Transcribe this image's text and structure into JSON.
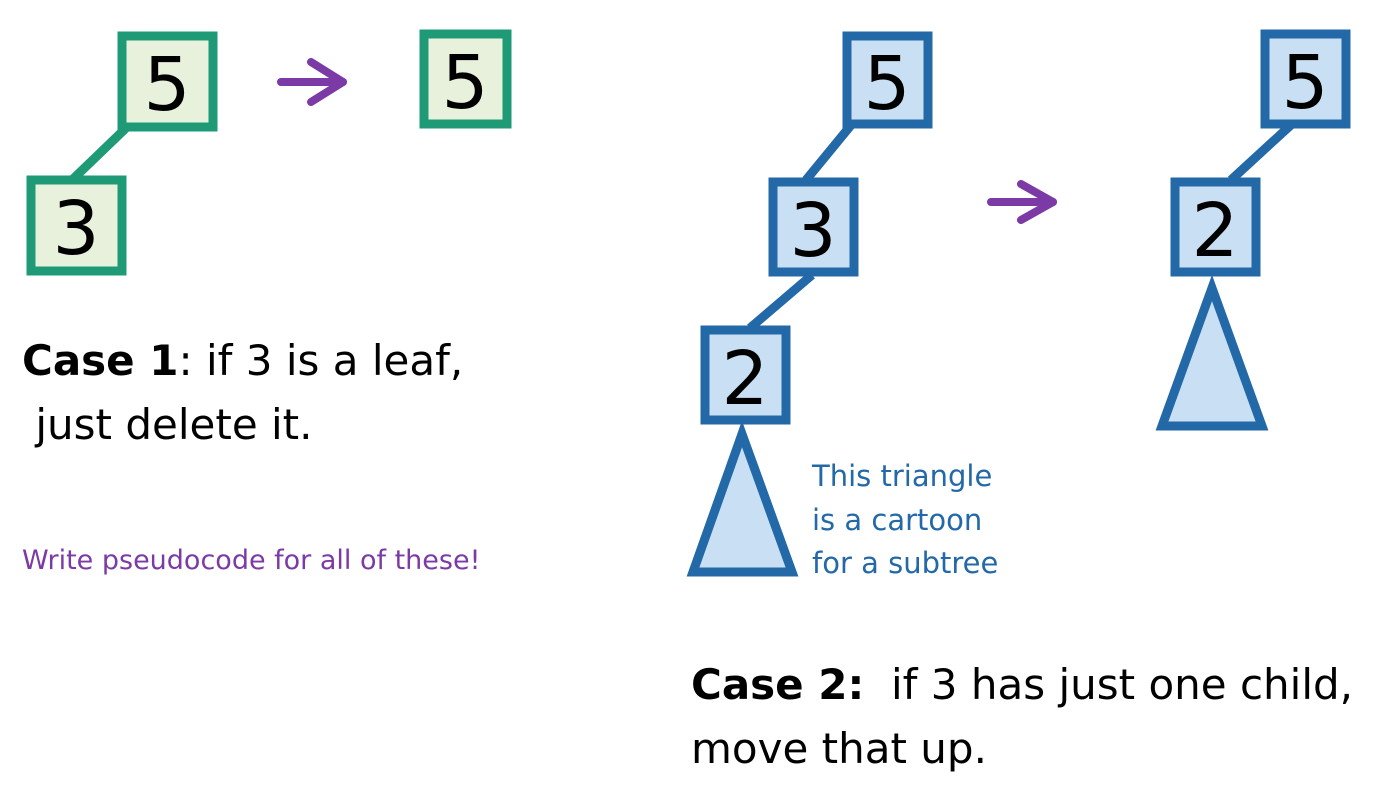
{
  "colors": {
    "green": "#1e9a77",
    "green_fill": "#e8f1dc",
    "blue": "#2369a8",
    "blue_fill": "#c9e0f4",
    "purple": "#7b3aa6"
  },
  "case1": {
    "before": {
      "root": "5",
      "child": "3"
    },
    "after": {
      "root": "5"
    },
    "heading": "Case 1",
    "line1": ":  if 3 is a leaf,",
    "line2": " just delete it."
  },
  "case2": {
    "before": {
      "root": "5",
      "middle": "3",
      "child": "2"
    },
    "after": {
      "root": "5",
      "child": "2"
    },
    "heading": "Case 2:",
    "line1": "  if 3 has just one child,",
    "line2": "move that up."
  },
  "triangle_note": [
    "This triangle",
    "is a cartoon",
    "for a subtree"
  ],
  "pseudocode_note": "Write pseudocode for all of these!"
}
